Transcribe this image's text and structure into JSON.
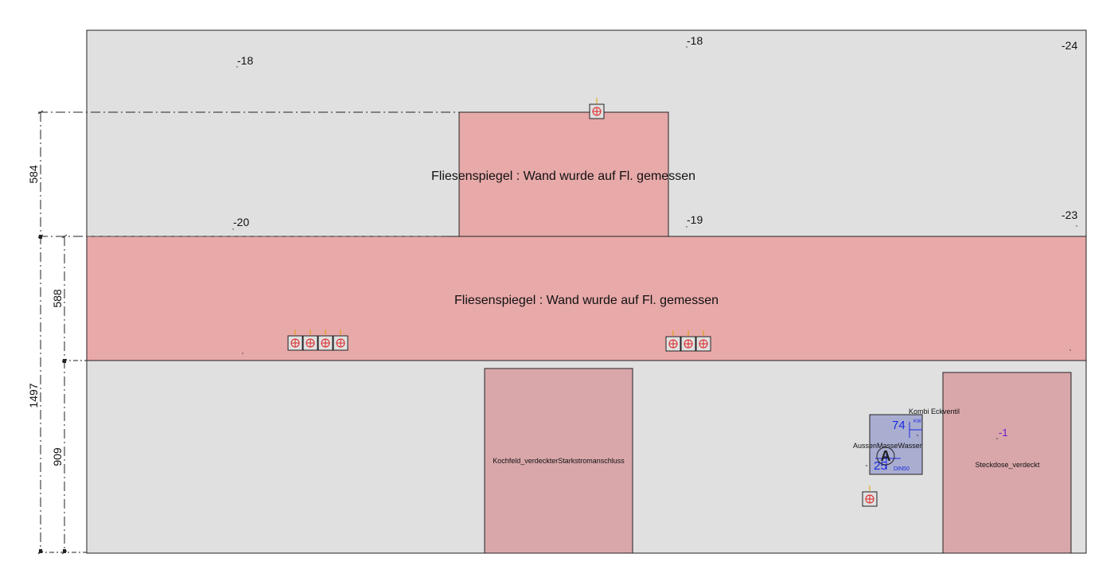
{
  "colors": {
    "wall": "#e0e0e0",
    "tile": "#e8a9a9",
    "tile_lower": "#d9a7aa",
    "fixture": "#a9add0",
    "outline": "#222222",
    "socket_ring": "#e02020",
    "socket_stem": "#e0a000",
    "blue_text": "#1a2ae0",
    "violet_text": "#6a1ad0"
  },
  "dimensions": {
    "d584": "584",
    "d588": "588",
    "d1497": "1497",
    "d909": "909"
  },
  "elevations": {
    "e1": "-18",
    "e2": "-18",
    "e3": "-24",
    "e4": "-20",
    "e5": "-19",
    "e6": "-23"
  },
  "regions": {
    "tile_upper_label": "Fliesenspiegel : Wand wurde auf Fl. gemessen",
    "tile_band_label": "Fliesenspiegel : Wand wurde auf Fl. gemessen",
    "kochfeld_label": "Kochfeld_verdeckterStarkstromanschluss",
    "steckdose_label": "Steckdose_verdeckt",
    "steckdose_value": "-1"
  },
  "fixture": {
    "kombi_label": "Kombi Eckventil",
    "aussen_label": "AussenMasseWasser",
    "value_top": "74",
    "value_bottom": "25",
    "tag_kw": "KW",
    "tag_din": "DIN50",
    "marker_letter": "A"
  }
}
